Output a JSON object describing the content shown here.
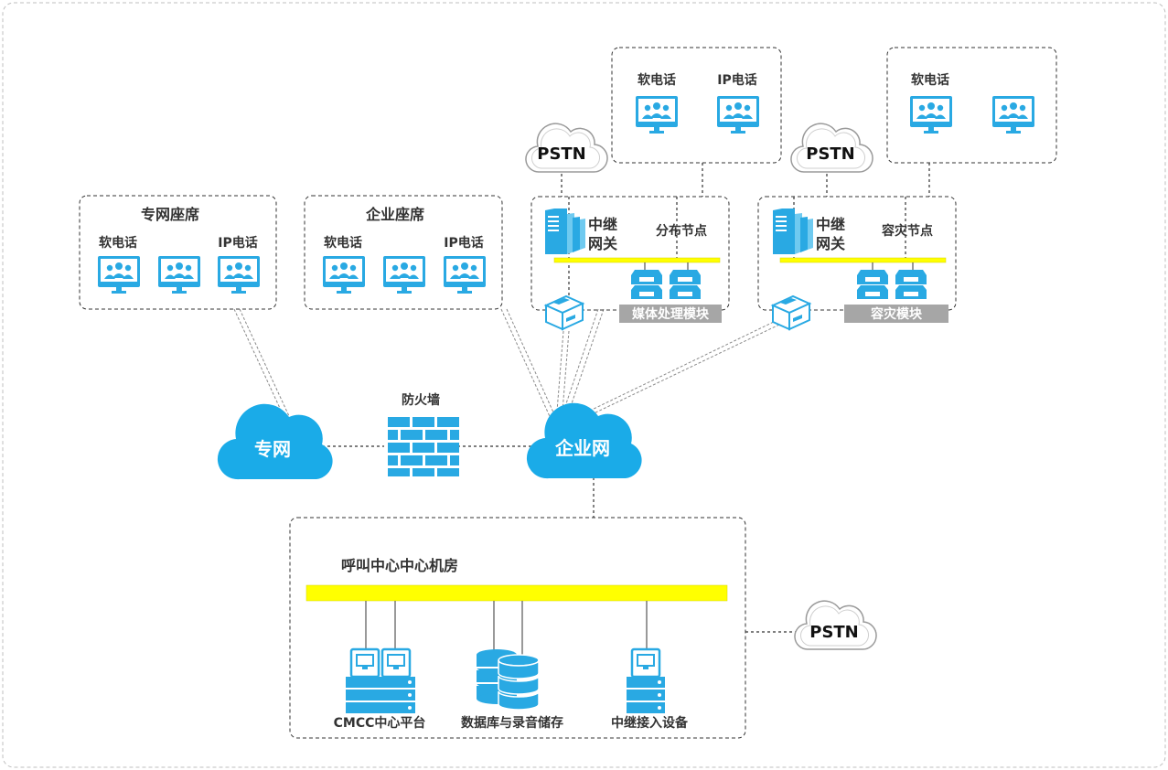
{
  "labels": {
    "zhuanwang_group": "专网座席",
    "qiye_group": "企业座席",
    "soft_phone": "软电话",
    "ip_phone": "IP电话",
    "pstn": "PSTN",
    "trunk_gateway_line1": "中继",
    "trunk_gateway_line2": "网关",
    "distributed_node": "分布节点",
    "dr_node": "容灾节点",
    "media_module": "媒体处理模块",
    "dr_module": "容灾模块",
    "firewall": "防火墙",
    "cloud_zhuanwang": "专网",
    "cloud_qiye": "企业网",
    "call_center_room": "呼叫中心中心机房",
    "cmcc_platform": "CMCC中心平台",
    "database_storage": "数据库与录音储存",
    "trunk_access": "中继接入设备"
  },
  "colors": {
    "cloud_blue": "#1aabe8",
    "icon_blue": "#29a9e3",
    "yellow_bar": "#ffff00",
    "grey_bar": "#a6a6a6",
    "dashed_border": "#333333"
  },
  "icons": {
    "monitor": "monitor-users-icon",
    "server": "server-rack-icon",
    "module": "media-module-icon",
    "device": "network-device-icon",
    "firewall": "firewall-brick-icon",
    "database": "database-stack-icon"
  }
}
